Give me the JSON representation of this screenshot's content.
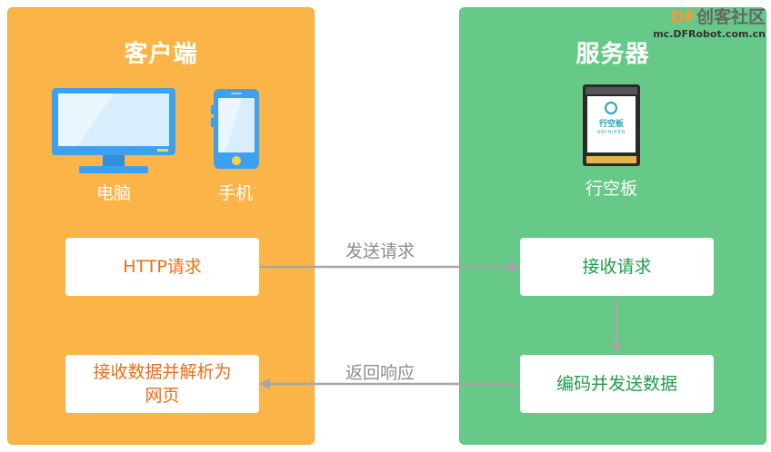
{
  "client": {
    "title": "客户端",
    "device_pc": "电脑",
    "device_phone": "手机",
    "box_request": "HTTP请求",
    "box_parse_line1": "接收数据并解析为",
    "box_parse_line2": "网页"
  },
  "server": {
    "title": "服务器",
    "device_board": "行空板",
    "board_screen_text": "行空板",
    "board_screen_sub": "UNIHIKER",
    "box_receive": "接收请求",
    "box_encode": "编码并发送数据"
  },
  "arrows": {
    "send_label": "发送请求",
    "reply_label": "返回响应"
  },
  "watermark": {
    "brand_df": "DF",
    "brand_cn": "创客社区",
    "url": "mc.DFRobot.com.cn"
  },
  "colors": {
    "client_panel": "#fbb447",
    "server_panel": "#66c987",
    "client_text": "#ef6d12",
    "server_text": "#229b48",
    "arrow": "#a6a6a6",
    "device_blue": "#3ea1f0"
  }
}
